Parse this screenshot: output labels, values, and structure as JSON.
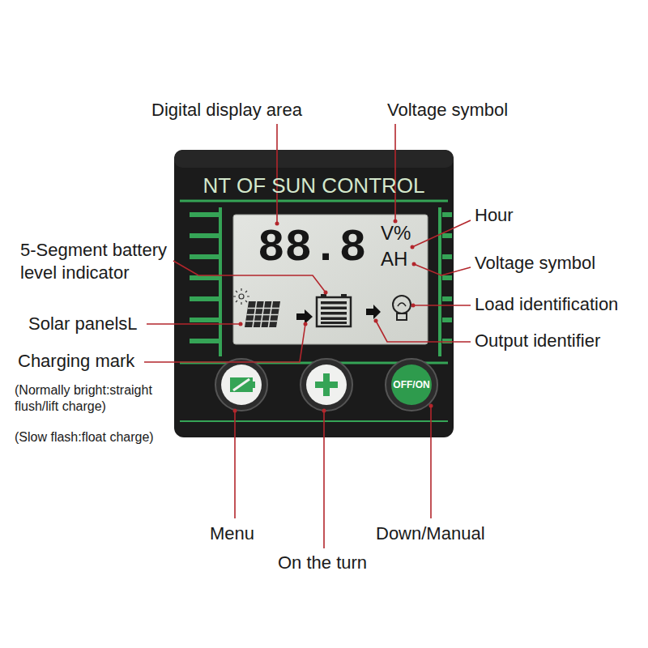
{
  "diagram": {
    "nodes": [
      {
        "text": [
          "NT OF SUN CONTROL"
        ]
      },
      {
        "text": [
          "88.8",
          "V%",
          "AH"
        ],
        "in": 0
      },
      {
        "text": [
          "OFF/ON"
        ],
        "in": 0
      }
    ],
    "labels": [
      "Digital display area",
      "Voltage symbol",
      "Hour",
      "5-Segment battery level indicator",
      "Voltage symbol",
      "Solar panelsL",
      "Load identification",
      "Output identifier",
      "Charging mark",
      "(Normally bright:straight flush/lift charge)",
      "(Slow flash:float charge)",
      "Menu",
      "Down/Manual",
      "On the turn"
    ]
  }
}
